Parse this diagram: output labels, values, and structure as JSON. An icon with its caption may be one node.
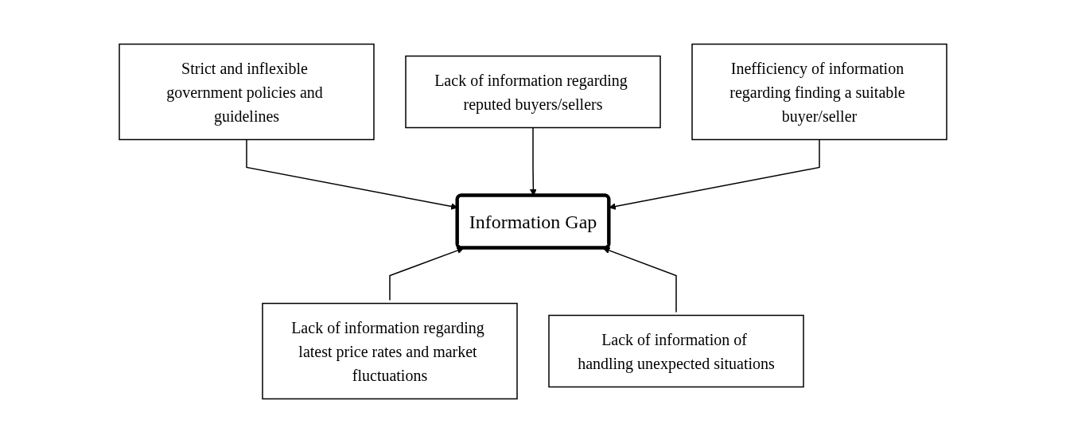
{
  "diagram": {
    "nodes": [
      {
        "text": [
          "Strict and inflexible government policies and guidelines"
        ]
      },
      {
        "text": [
          "Lack of information regarding reputed buyers/sellers"
        ]
      },
      {
        "text": [
          "Inefficiency of information regarding finding a suitable buyer/seller"
        ]
      },
      {
        "text": [
          "Information Gap"
        ]
      },
      {
        "text": [
          "Lack of information regarding latest price rates and market fluctuations"
        ]
      },
      {
        "text": [
          "Lack of information of handling unexpected situations"
        ]
      }
    ],
    "edges": [
      {
        "from": 0,
        "to": 3,
        "arrow": "to"
      },
      {
        "from": 1,
        "to": 3,
        "arrow": "to"
      },
      {
        "from": 2,
        "to": 3,
        "arrow": "to"
      },
      {
        "from": 4,
        "to": 3,
        "arrow": "to"
      },
      {
        "from": 5,
        "to": 3,
        "arrow": "to"
      }
    ]
  }
}
